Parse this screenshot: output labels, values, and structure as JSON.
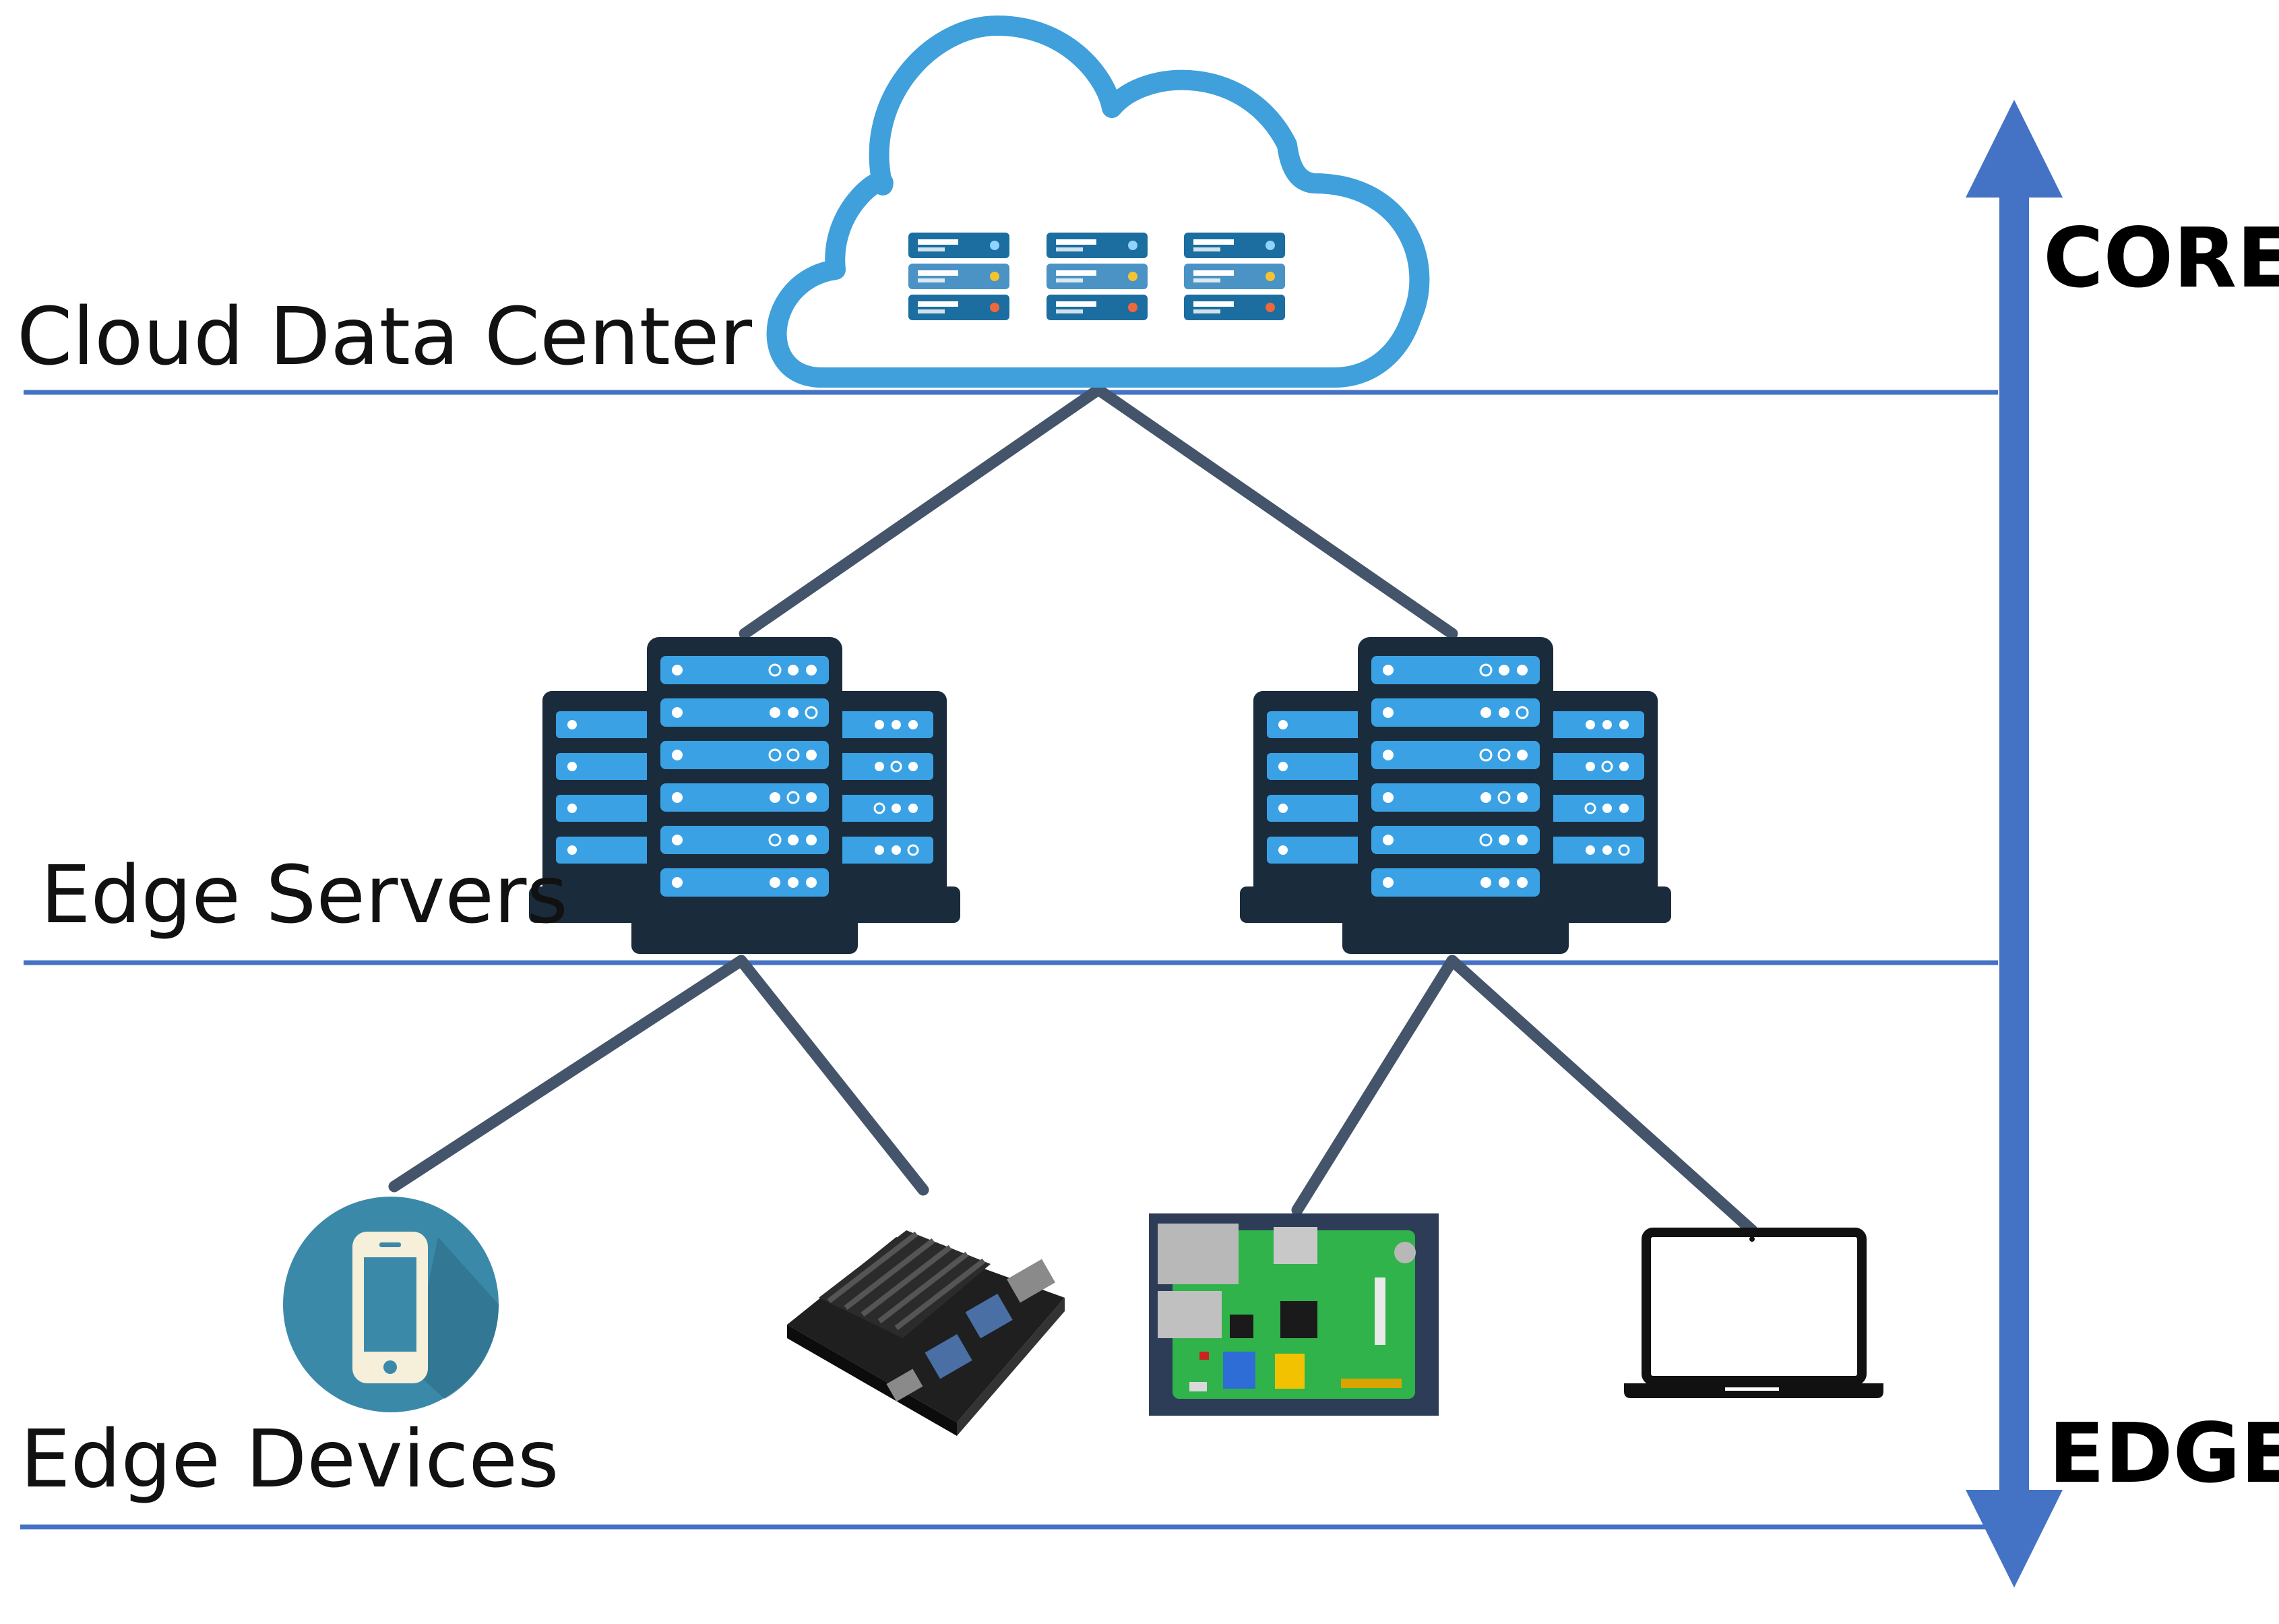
{
  "tiers": {
    "cloud": "Cloud Data Center",
    "edge_servers": "Edge Servers",
    "edge_devices": "Edge Devices"
  },
  "axis": {
    "top": "CORE",
    "bottom": "EDGE"
  },
  "colors": {
    "tier_line": "#4472c4",
    "axis_arrow": "#4472c4",
    "connector": "#44546a",
    "cloud_outline": "#3fa0dc",
    "server_body": "#1a2b3c",
    "server_slot": "#3aa2e4",
    "phone_badge": "#3b89a9",
    "board_pcb": "#2fb34a"
  },
  "icons": {
    "cloud": "cloud-datacenter-icon",
    "edge_server": "server-rack-icon",
    "devices": [
      "smartphone-icon",
      "jetson-nano-board-icon",
      "raspberry-pi-board-icon",
      "laptop-icon"
    ]
  }
}
